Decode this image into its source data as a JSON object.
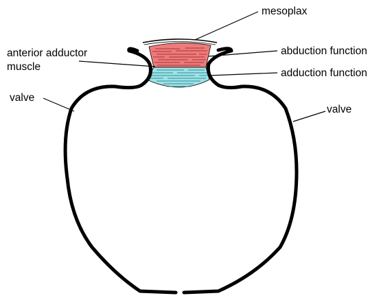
{
  "diagram": {
    "labels": {
      "mesoplax": "mesoplax",
      "anterior_adductor_line1": "anterior adductor",
      "anterior_adductor_line2": "muscle",
      "abduction": "abduction function",
      "adduction": "adduction function",
      "valve_left": "valve",
      "valve_right": "valve"
    },
    "colors": {
      "abduction_muscle": "#ee7b7b",
      "adduction_muscle": "#9fe2e6",
      "abduction_fibers": "#a83434",
      "adduction_fibers": "#2e8f99",
      "outline": "#000000"
    }
  }
}
